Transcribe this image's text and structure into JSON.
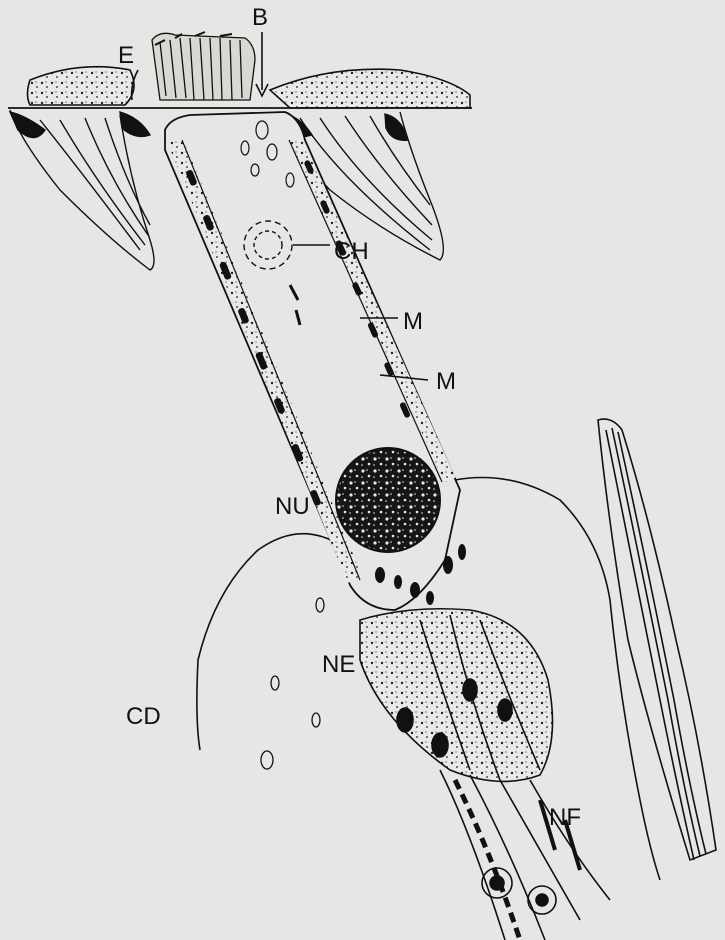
{
  "labels": {
    "E": "E",
    "B": "B",
    "CH": "CH",
    "M1": "M",
    "M2": "M",
    "NU": "NU",
    "NE": "NE",
    "CD": "CD",
    "NF": "NF"
  },
  "colors": {
    "background": "#e6e6e4",
    "ink": "#111111"
  }
}
